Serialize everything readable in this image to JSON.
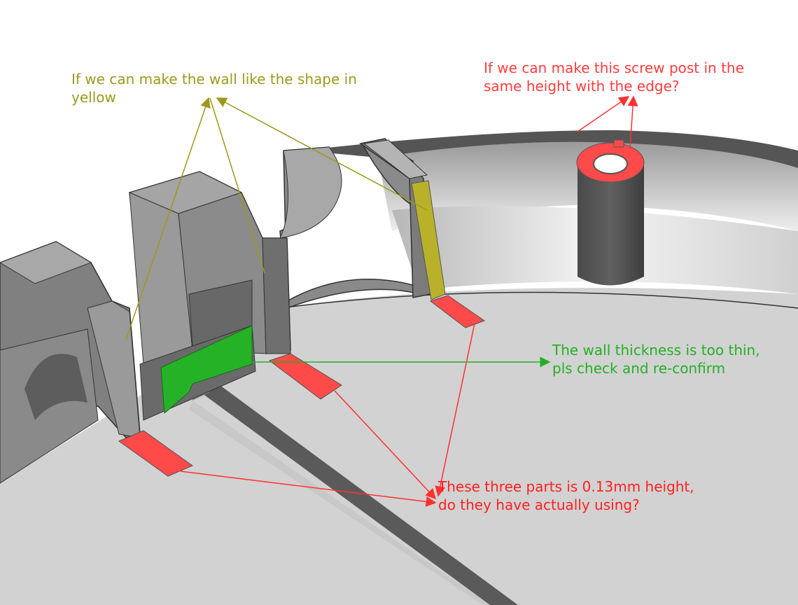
{
  "annotations": {
    "wall_shape": "If we can make the wall like the shape in\nyellow",
    "screw_post": "If we can make this screw post in the\nsame height with the edge?",
    "wall_thickness": "The wall thickness is too thin,\npls check and re-confirm",
    "thin_parts": "These three parts is 0.13mm height,\ndo they have actually using?"
  },
  "colors": {
    "yellow_note": "#9c9a1c",
    "red_note": "#ff3c3c",
    "green_note": "#23b023",
    "highlight_red": "#ff4a4a",
    "highlight_green": "#26b226",
    "highlight_yellow": "#b9b12a"
  }
}
